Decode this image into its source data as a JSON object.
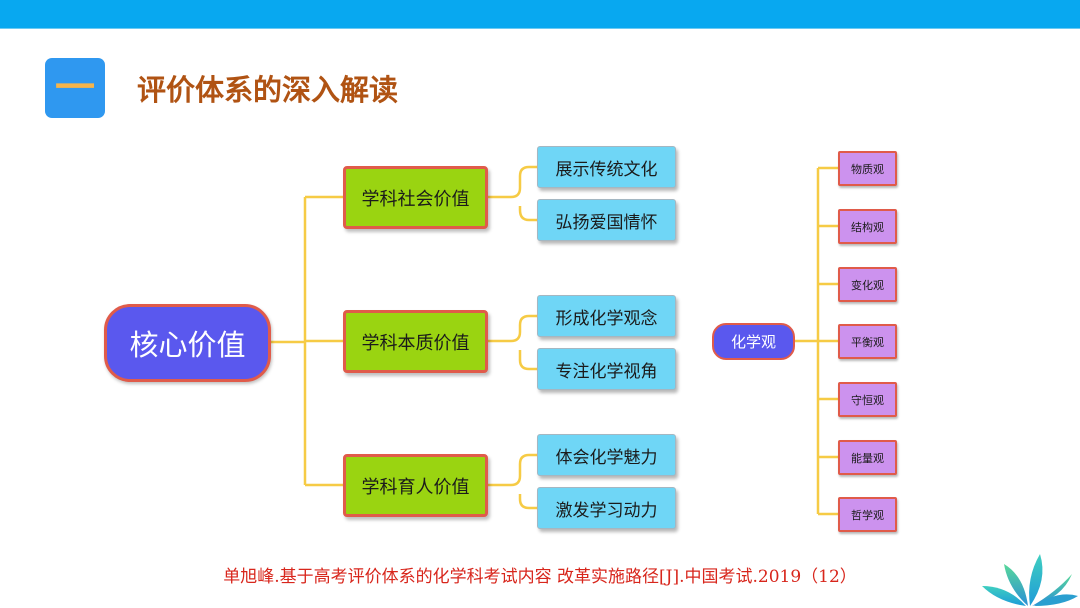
{
  "header": {
    "section_number": "一",
    "title": "评价体系的深入解读"
  },
  "diagram": {
    "core": "核心价值",
    "categories": [
      {
        "label": "学科社会价值",
        "items": [
          "展示传统文化",
          "弘扬爱国情怀"
        ]
      },
      {
        "label": "学科本质价值",
        "items": [
          "形成化学观念",
          "专注化学视角"
        ]
      },
      {
        "label": "学科育人价值",
        "items": [
          "体会化学魅力",
          "激发学习动力"
        ]
      }
    ],
    "chemistry_root": "化学观",
    "chemistry_views": [
      "物质观",
      "结构观",
      "变化观",
      "平衡观",
      "守恒观",
      "能量观",
      "哲学观"
    ]
  },
  "footer": {
    "citation": "单旭峰.基于高考评价体系的化学科考试内容 改革实施路径[J].中国考试.2019（12）"
  },
  "colors": {
    "top_bar": "#08a8f0",
    "heading": "#b05313",
    "node_blue": "#5a58ee",
    "node_green": "#9ad411",
    "node_cyan": "#6fd6f6",
    "node_purple": "#cc92ee",
    "node_border": "#e05b4a",
    "connector": "#f6cb45",
    "citation": "#d8261c"
  }
}
